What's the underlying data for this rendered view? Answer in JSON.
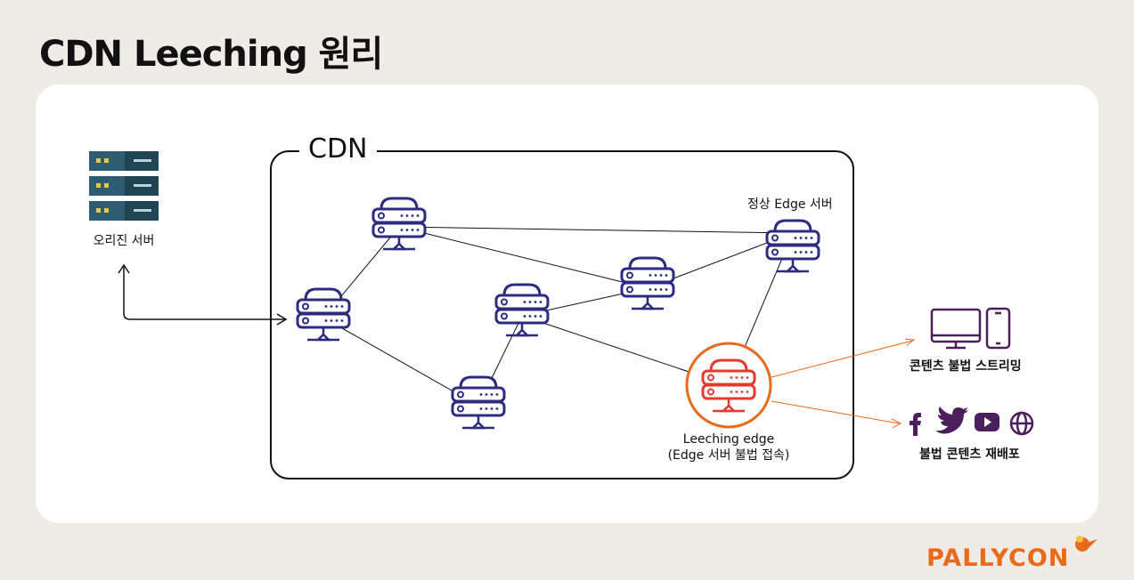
{
  "title": "CDN Leeching 원리",
  "cdn_label": "CDN",
  "origin_label": "오리진 서버",
  "normal_edge_label": "정상 Edge 서버",
  "leech_label_line1": "Leeching edge",
  "leech_label_line2": "(Edge 서버 불법 접속)",
  "streaming_label": "콘텐츠 불법 스트리밍",
  "redistribution_label": "불법 콘텐츠 재배포",
  "logo_text": "PALLYCON",
  "colors": {
    "server_blue": "#2b2b7f",
    "leech_red": "#e23b2e",
    "leech_ring": "#e86a1c",
    "device_purple": "#4a1f5c",
    "origin_dark": "#1f4454",
    "origin_mid": "#2c5d73",
    "origin_led": "#f5c242"
  },
  "social_icons": [
    "facebook-icon",
    "twitter-icon",
    "youtube-icon",
    "globe-icon"
  ]
}
